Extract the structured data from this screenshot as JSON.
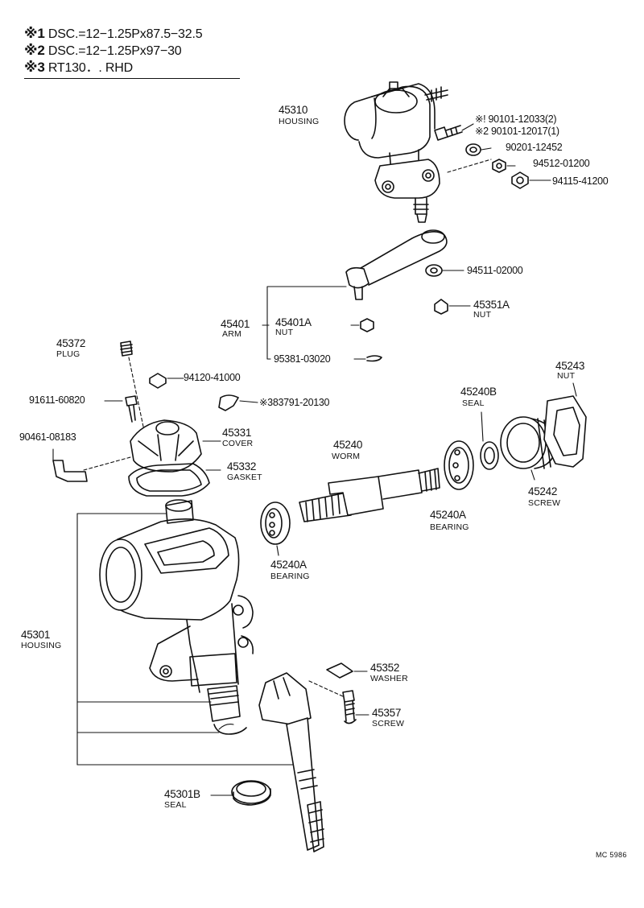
{
  "notes": [
    {
      "marker": "※1",
      "text": "DSC.=12−1.25Px87.5−32.5"
    },
    {
      "marker": "※2",
      "text": "DSC.=12−1.25Px97−30"
    },
    {
      "marker": "※3",
      "text": "RT130．. RHD"
    }
  ],
  "labels": {
    "housing_top_pn": "45310",
    "housing_top_nm": "HOUSING",
    "bolt1": "※! 90101-12033(2)",
    "bolt2": "※2 90101-12017(1)",
    "washer_top": "90201-12452",
    "nut_small": "94512-01200",
    "nut_large": "94115-41200",
    "washer_arm": "94511-02000",
    "arm_pn": "45401",
    "arm_nm": "ARM",
    "nut_a_pn": "45401A",
    "nut_a_nm": "NUT",
    "nut_b_pn": "45351A",
    "nut_b_nm": "NUT",
    "cotter": "95381-03020",
    "plug_pn": "45372",
    "plug_nm": "PLUG",
    "nut_cover": "94120-41000",
    "bolt_cover": "91611-60820",
    "clip": "※383791-20130",
    "bracket": "90461-08183",
    "cover_pn": "45331",
    "cover_nm": "COVER",
    "gasket_pn": "45332",
    "gasket_nm": "GASKET",
    "worm_pn": "45240",
    "worm_nm": "WORM",
    "seal_b_pn": "45240B",
    "seal_b_nm": "SEAL",
    "nut_big_pn": "45243",
    "nut_big_nm": "NUT",
    "screw_big_pn": "45242",
    "screw_big_nm": "SCREW",
    "bearing_r_pn": "45240A",
    "bearing_r_nm": "BEARING",
    "bearing_l_pn": "45240A",
    "bearing_l_nm": "BEARING",
    "housing_main_pn": "45301",
    "housing_main_nm": "HOUSING",
    "washer_b_pn": "45352",
    "washer_b_nm": "WASHER",
    "screw_s_pn": "45357",
    "screw_s_nm": "SCREW",
    "seal_main_pn": "45301B",
    "seal_main_nm": "SEAL",
    "figure_code": "MC 5986"
  }
}
